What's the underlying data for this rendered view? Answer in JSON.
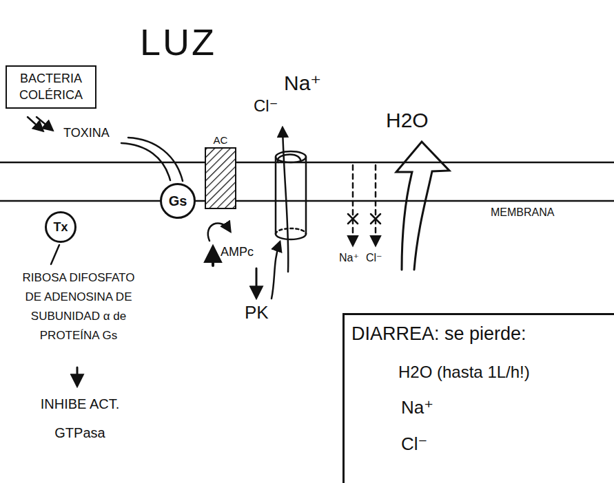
{
  "diagram": {
    "nodes": [
      {
        "text": [
          "BACTERIA COLÉRICA"
        ]
      },
      {
        "text": [
          "AC"
        ]
      },
      {
        "text": [
          "Gs"
        ]
      },
      {
        "text": [
          "Tx"
        ]
      },
      {
        "text": [
          "DIARREA: se pierde:",
          "H2O (hasta 1L/h!)",
          "Na⁺",
          "Cl⁻"
        ]
      }
    ],
    "labels": [
      "LUZ",
      "TOXINA",
      "Cl⁻",
      "Na⁺",
      "H2O",
      "MEMBRANA",
      "AMPc",
      "PK",
      "Na⁺",
      "Cl⁻",
      "RIBOSA DIFOSFATO DE ADENOSINA DE SUBUNIDAD α de PROTEÍNA Gs",
      "INHIBE ACT. GTPasa"
    ]
  }
}
